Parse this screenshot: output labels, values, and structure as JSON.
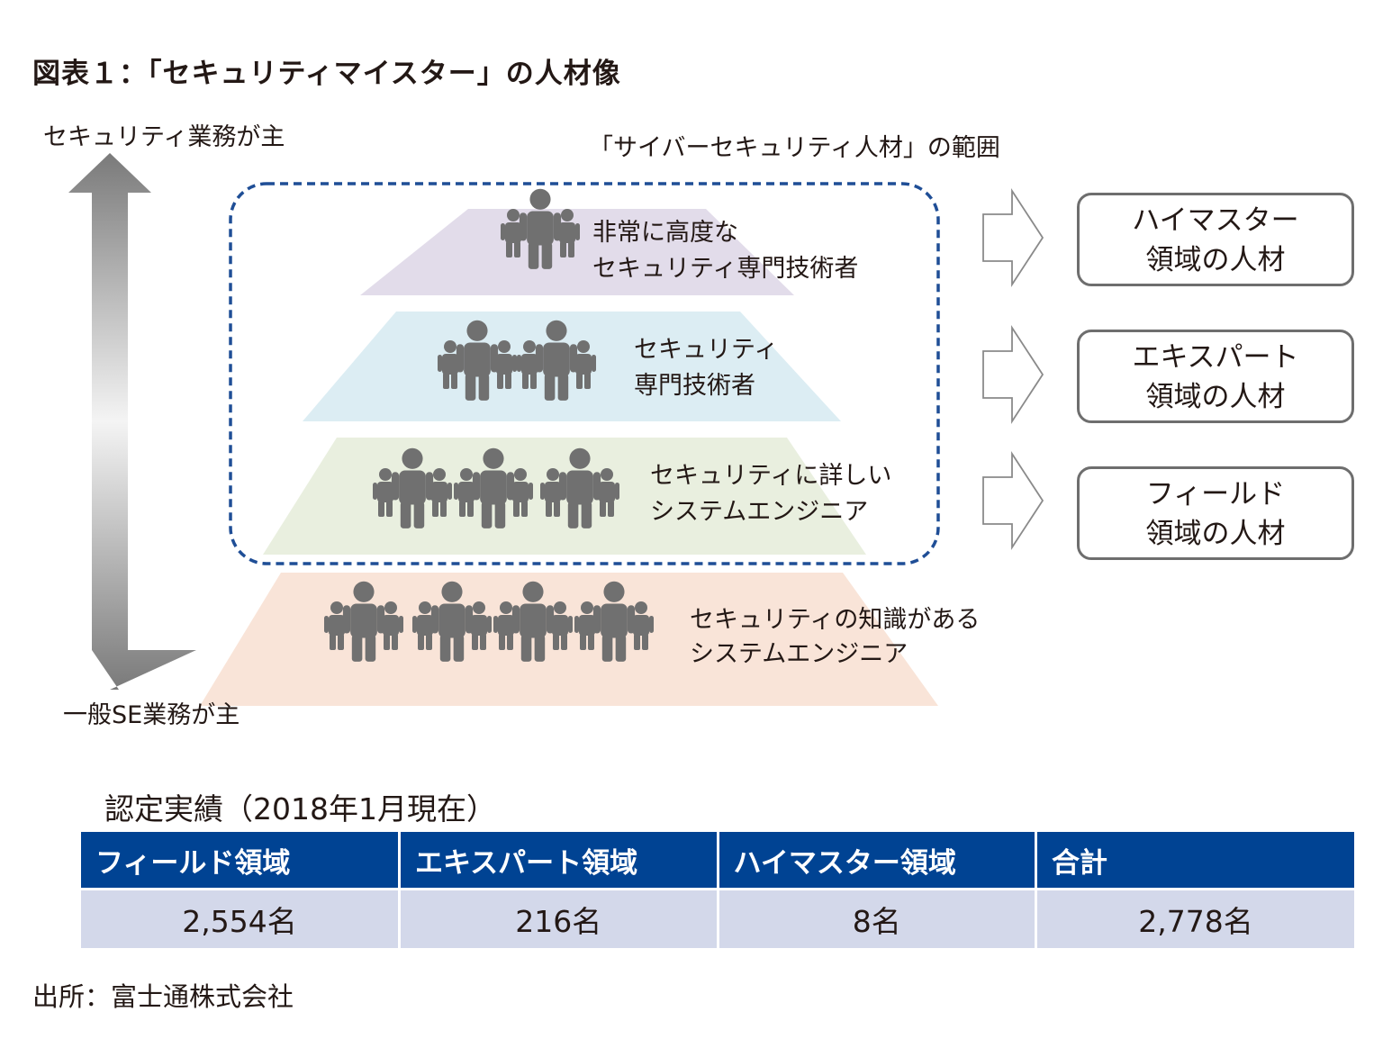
{
  "title": "図表１：「セキュリティマイスター」の人材像",
  "axis": {
    "top_label": "セキュリティ業務が主",
    "bottom_label": "一般SE業務が主"
  },
  "scope_label": "「サイバーセキュリティ人材」の範囲",
  "pyramid": {
    "levels": [
      {
        "line1": "非常に高度な",
        "line2": "セキュリティ専門技術者",
        "color": "#e2dcea",
        "person_groups": 1
      },
      {
        "line1": "セキュリティ",
        "line2": "専門技術者",
        "color": "#dcedf3",
        "person_groups": 2
      },
      {
        "line1": "セキュリティに詳しい",
        "line2": "システムエンジニア",
        "color": "#e9efdf",
        "person_groups": 3
      },
      {
        "line1": "セキュリティの知識がある",
        "line2": "システムエンジニア",
        "color": "#f9e4d8",
        "person_groups": 4
      }
    ]
  },
  "domains": [
    {
      "line1": "ハイマスター",
      "line2": "領域の人材"
    },
    {
      "line1": "エキスパート",
      "line2": "領域の人材"
    },
    {
      "line1": "フィールド",
      "line2": "領域の人材"
    }
  ],
  "table": {
    "caption": "認定実績（2018年1月現在）",
    "headers": [
      "フィールド領域",
      "エキスパート領域",
      "ハイマスター領域",
      "合計"
    ],
    "values": [
      "2,554名",
      "216名",
      "8名",
      "2,778名"
    ]
  },
  "source": "出所：富士通株式会社",
  "colors": {
    "header_bg": "#004393",
    "cell_bg": "#d3d8ea",
    "dashed_border": "#1f4e96",
    "person": "#707070"
  }
}
